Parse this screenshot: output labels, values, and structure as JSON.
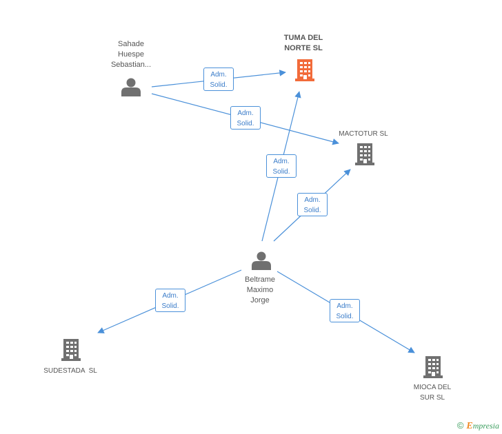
{
  "nodes": {
    "sahade": {
      "lines": [
        "Sahade",
        "Huespe",
        "Sebastian..."
      ]
    },
    "tuma": {
      "lines": [
        "TUMA DEL",
        "NORTE SL"
      ]
    },
    "mactotur": {
      "lines": [
        "MACTOTUR SL"
      ]
    },
    "beltrame": {
      "lines": [
        "Beltrame",
        "Maximo",
        "Jorge"
      ]
    },
    "sudestada": {
      "lines": [
        "SUDESTADA  SL"
      ]
    },
    "mioca": {
      "lines": [
        "MIOCA DEL",
        "SUR SL"
      ]
    }
  },
  "edges": [
    {
      "id": "sahade-tuma",
      "label": [
        "Adm.",
        "Solid."
      ]
    },
    {
      "id": "sahade-mactotur",
      "label": [
        "Adm.",
        "Solid."
      ]
    },
    {
      "id": "beltrame-tuma",
      "label": [
        "Adm.",
        "Solid."
      ]
    },
    {
      "id": "beltrame-mactotur",
      "label": [
        "Adm.",
        "Solid."
      ]
    },
    {
      "id": "beltrame-sudestada",
      "label": [
        "Adm.",
        "Solid."
      ]
    },
    {
      "id": "beltrame-mioca",
      "label": [
        "Adm.",
        "Solid."
      ]
    }
  ],
  "colors": {
    "edge": "#4a90d9",
    "person_icon": "#707070",
    "company_icon": "#707070",
    "highlight_company_icon": "#f26b3a"
  },
  "footer": {
    "copyright_symbol": "©",
    "brand_initial": "E",
    "brand_rest": "mpresia"
  }
}
